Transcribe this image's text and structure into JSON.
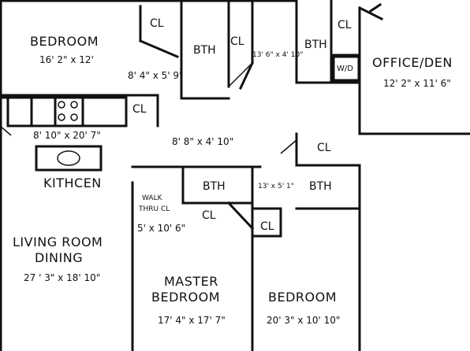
{
  "rooms": {
    "bedroom_1": {
      "name": "BEDROOM",
      "dims": "16' 2\" x 12'"
    },
    "office": {
      "name": "OFFICE/DEN",
      "dims": "12' 2\" x 11' 6\""
    },
    "kitchen": {
      "name": "KITHCEN",
      "dims": "8' 10\" x 20' 7\""
    },
    "hall": {
      "dims": "8' 8\" x 4' 10\""
    },
    "living": {
      "name_line1": "LIVING ROOM",
      "name_line2": "DINING",
      "dims": "27 ' 3\" x 18' 10\""
    },
    "walk_thru": {
      "name_line1": "WALK",
      "name_line2": "THRU CL",
      "dims": "5' x 10' 6\""
    },
    "master": {
      "name_line1": "MASTER",
      "name_line2": "BEDROOM",
      "dims": "17' 4\" x 17' 7\""
    },
    "bedroom_2": {
      "name": "BEDROOM",
      "dims": "20' 3\" x 10' 10\""
    }
  },
  "fixtures": {
    "cl": "CL",
    "bth": "BTH",
    "wd": "W/D",
    "bath_dims_1": "8' 4\" x 5' 9\"",
    "bath_dims_2": "13' 6\" x 4' 10\"",
    "bath_dims_3": "13' x 5' 1\""
  }
}
